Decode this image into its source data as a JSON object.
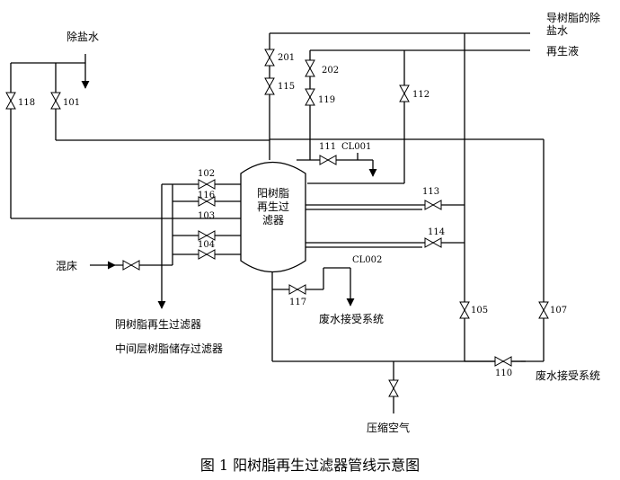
{
  "caption": "图 1  阳树脂再生过滤器管线示意图",
  "vessel": {
    "line1": "阳树脂",
    "line2": "再生过",
    "line3": "滤器"
  },
  "streams": {
    "demin_water": "除盐水",
    "resin_transfer_demin_line1": "导树脂的除",
    "resin_transfer_demin_line2": "盐水",
    "regen_liquid": "再生液",
    "mixed_bed": "混床",
    "anion_regen_filter": "阴树脂再生过滤器",
    "middle_resin_storage": "中间层树脂储存过滤器",
    "waste_water_1": "废水接受系统",
    "waste_water_2": "废水接受系统",
    "compressed_air": "压缩空气"
  },
  "valves": {
    "v201": "201",
    "v202": "202",
    "v115": "115",
    "v119": "119",
    "v112": "112",
    "v118": "118",
    "v101": "101",
    "v111": "111",
    "v102": "102",
    "v116": "116",
    "v103": "103",
    "v104": "104",
    "v113": "113",
    "v114": "114",
    "v117": "117",
    "v105": "105",
    "v107": "107",
    "v110": "110",
    "vair": ""
  },
  "tags": {
    "cl001": "CL001",
    "cl002": "CL002"
  }
}
